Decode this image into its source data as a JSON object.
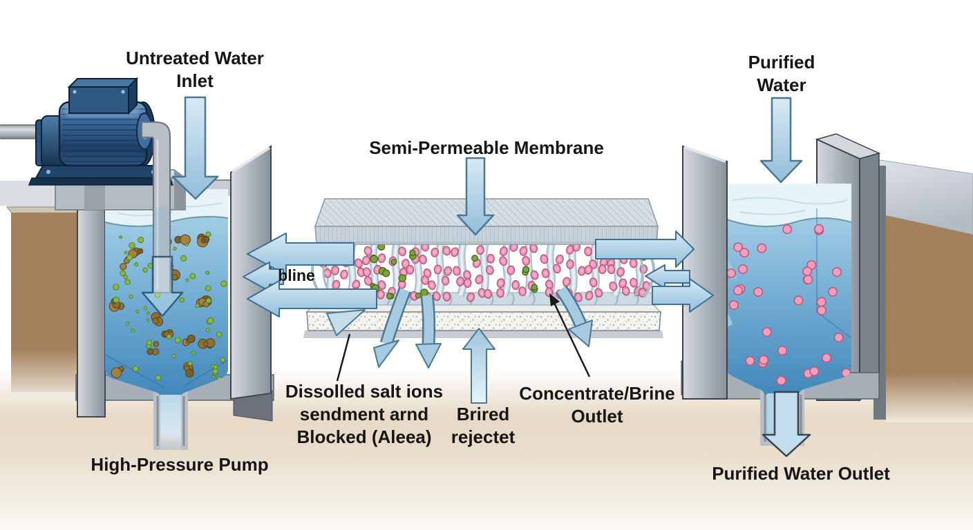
{
  "labels": {
    "untreated_water_inlet": [
      "Untreated Water",
      "Inlet"
    ],
    "semi_permeable_membrane": "Semi-Permeable Membrane",
    "purified_water": [
      "Purified",
      "Water"
    ],
    "bline": "bline",
    "dissolved_salt_ions": [
      "Dissolled salt ions",
      "sendment arnd",
      "Blocked (Aleea)"
    ],
    "brine_reject": [
      "Brired",
      "rejectet"
    ],
    "concentrate_brine_outlet": [
      "Concentrate/Brine",
      "Outlet"
    ],
    "high_pressure_pump": "High-Pressure Pump",
    "purified_water_outlet": "Purified Water Outlet"
  },
  "colors": {
    "arrow_blue": "#a9cde2",
    "arrow_outline": "#4a7894",
    "water_deep": "#3e86ba",
    "water_light": "#b0d5ea",
    "tank_gray": "#9aa2ac",
    "soil_brown": "#a5805a",
    "pump_blue": "#2e5c8a",
    "membrane_gray": "#ccd6de",
    "salt_pink": "#ef9ab8",
    "contaminant_green": "#85b83f",
    "sediment_brown": "#9c7a3f",
    "ground_tan": "#e7d9c5",
    "text": "#161616"
  }
}
